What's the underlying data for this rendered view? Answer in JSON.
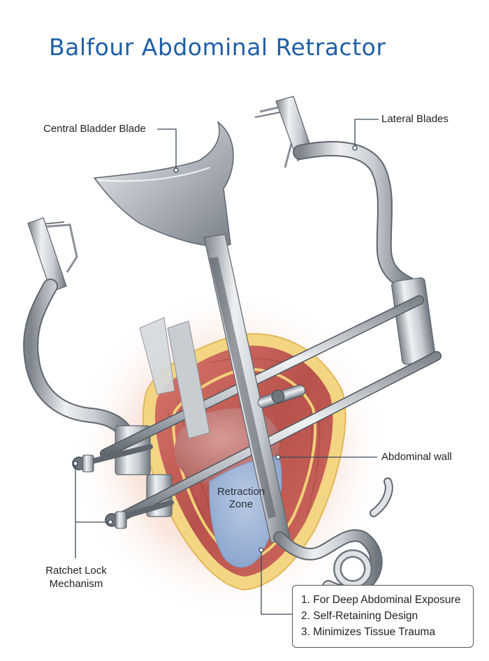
{
  "title": "Balfour Abdominal Retractor",
  "labels": {
    "central_bladder_blade": "Central Bladder Blade",
    "lateral_blades": "Lateral Blades",
    "abdominal_wall": "Abdominal wall",
    "ratchet_lock_line1": "Ratchet Lock",
    "ratchet_lock_line2": "Mechanism",
    "retraction_zone_line1": "Retraction",
    "retraction_zone_line2": "Zone"
  },
  "features": [
    "1. For Deep Abdominal Exposure",
    "2. Self-Retaining Design",
    "3. Minimizes Tissue Trauma"
  ],
  "colors": {
    "title": "#1f5fa6",
    "leader_line": "#3a4a5a",
    "steel_light": "#e8ebee",
    "steel_dark": "#8a9098",
    "muscle": "#c7615a",
    "fat": "#f0d27a",
    "cavity": "#9fb6d8"
  }
}
